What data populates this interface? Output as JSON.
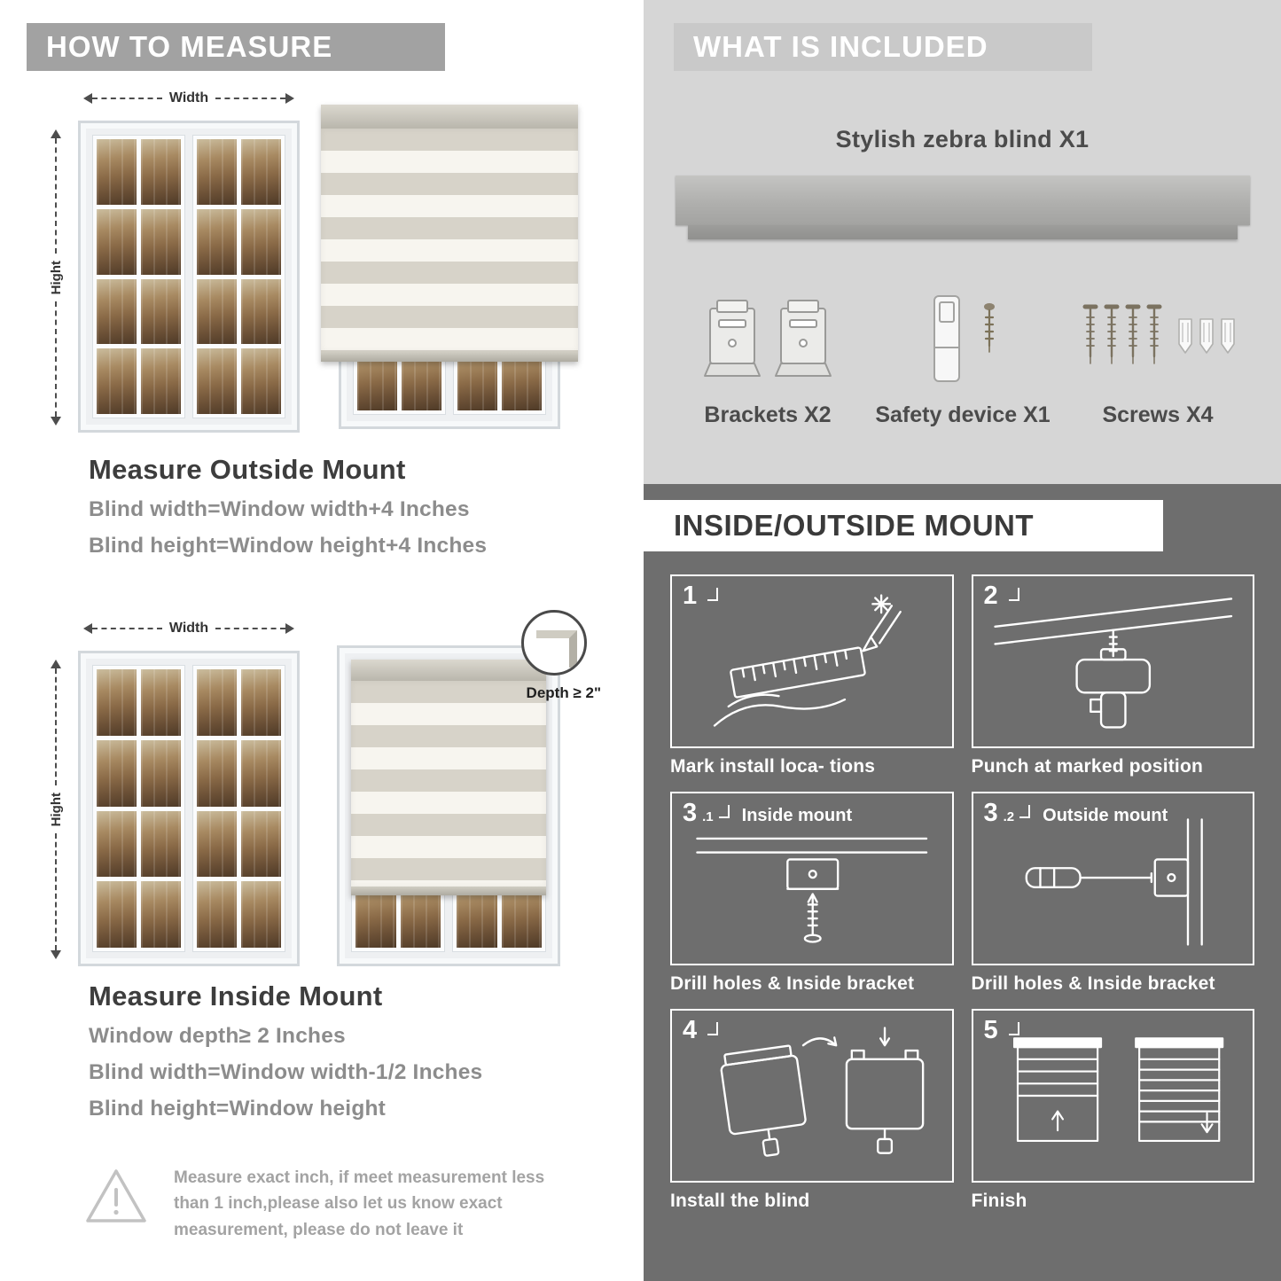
{
  "left": {
    "header": "HOW TO MEASURE",
    "labels": {
      "width": "Width",
      "height": "Hight",
      "depth": "Depth ≥ 2\""
    },
    "outside": {
      "title": "Measure Outside Mount",
      "lines": [
        "Blind width=Window width+4 Inches",
        "Blind height=Window height+4 Inches"
      ]
    },
    "inside": {
      "title": "Measure Inside Mount",
      "lines": [
        "Window depth≥ 2 Inches",
        "Blind width=Window width-1/2 Inches",
        "Blind height=Window height"
      ]
    },
    "warning": "Measure exact inch, if meet measurement less than 1 inch,please also let us know exact measurement, please do not leave it"
  },
  "right": {
    "included": {
      "header": "WHAT IS INCLUDED",
      "product": "Stylish zebra blind X1",
      "items": [
        {
          "label": "Brackets X2"
        },
        {
          "label": "Safety device X1"
        },
        {
          "label": "Screws X4"
        }
      ]
    },
    "mount": {
      "header": "INSIDE/OUTSIDE MOUNT",
      "steps": [
        {
          "num": "1",
          "sub": "",
          "label": "",
          "caption": "Mark install loca- tions"
        },
        {
          "num": "2",
          "sub": "",
          "label": "",
          "caption": "Punch at  marked position"
        },
        {
          "num": "3",
          "sub": ".1",
          "label": "Inside mount",
          "caption": "Drill holes &  Inside bracket"
        },
        {
          "num": "3",
          "sub": ".2",
          "label": "Outside mount",
          "caption": "Drill holes &  Inside bracket"
        },
        {
          "num": "4",
          "sub": "",
          "label": "",
          "caption": "Install the blind"
        },
        {
          "num": "5",
          "sub": "",
          "label": "",
          "caption": "Finish"
        }
      ]
    }
  }
}
